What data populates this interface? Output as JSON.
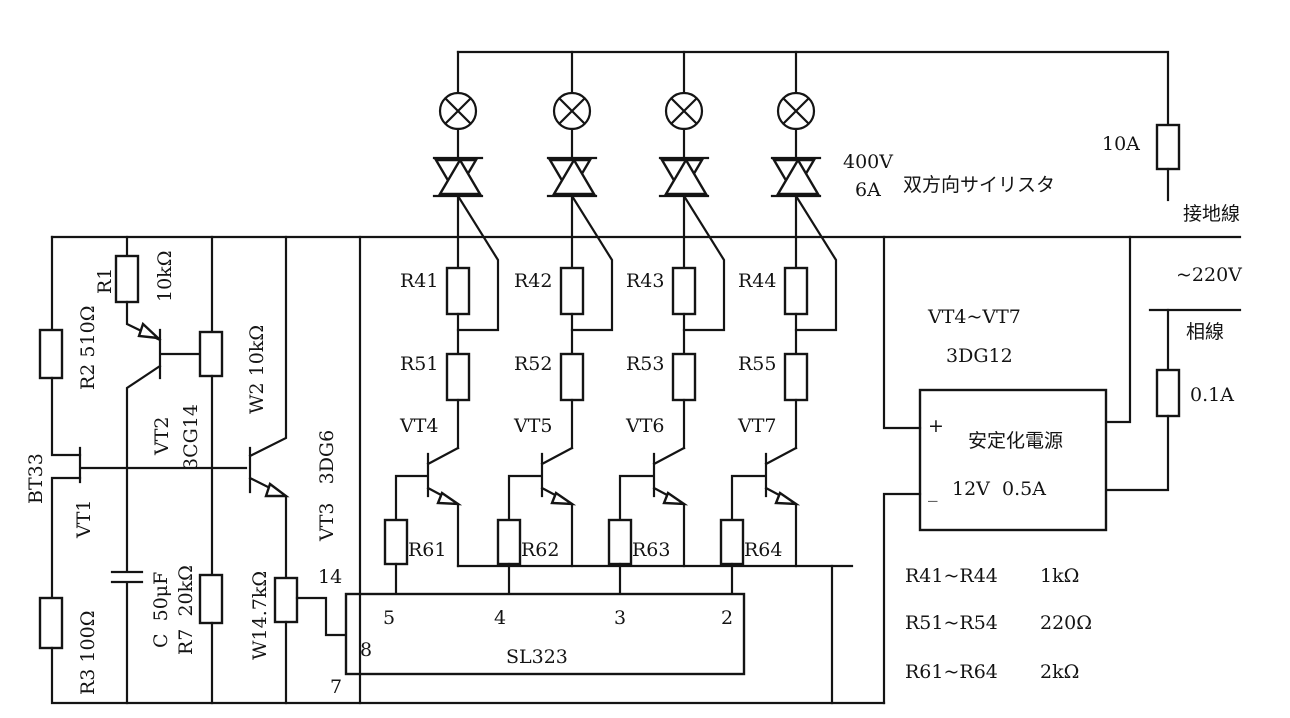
{
  "triac": {
    "rating_v": "400V",
    "rating_a": "6A",
    "desc": "双方向サイリスタ"
  },
  "mains": {
    "fuse1": "10A",
    "earth": "接地線",
    "voltage": "~220V",
    "phase": "相線",
    "fuse2": "0.1A"
  },
  "psu": {
    "transistors": "VT4~VT7",
    "type": "3DG12",
    "plus": "+",
    "minus": "_",
    "name": "安定化電源",
    "rating": "12V  0.5A"
  },
  "channels": [
    {
      "r4": "R41",
      "r5": "R51",
      "vt": "VT4",
      "r6": "R61"
    },
    {
      "r4": "R42",
      "r5": "R52",
      "vt": "VT5",
      "r6": "R62"
    },
    {
      "r4": "R43",
      "r5": "R53",
      "vt": "VT6",
      "r6": "R63"
    },
    {
      "r4": "R44",
      "r5": "R55",
      "vt": "VT7",
      "r6": "R64"
    }
  ],
  "left": {
    "r1": "R1",
    "r1v": "10kΩ",
    "r2": "R2 510Ω",
    "vt2": "VT2",
    "vt2t": "3CG14",
    "w2": "W2 10kΩ",
    "bt33": "BT33",
    "vt1": "VT1",
    "vt3": "VT3   3DG6",
    "c": "C  50μF",
    "r7": "R7  20kΩ",
    "r3": "R3 100Ω",
    "w1": "W14.7kΩ",
    "pin14": "14",
    "pin7": "7"
  },
  "ic": {
    "name": "SL323",
    "p5": "5",
    "p4": "4",
    "p3": "3",
    "p2": "2",
    "p8": "8"
  },
  "values": [
    {
      "name": "R41~R44",
      "val": "1kΩ"
    },
    {
      "name": "R51~R54",
      "val": "220Ω"
    },
    {
      "name": "R61~R64",
      "val": "2kΩ"
    }
  ]
}
